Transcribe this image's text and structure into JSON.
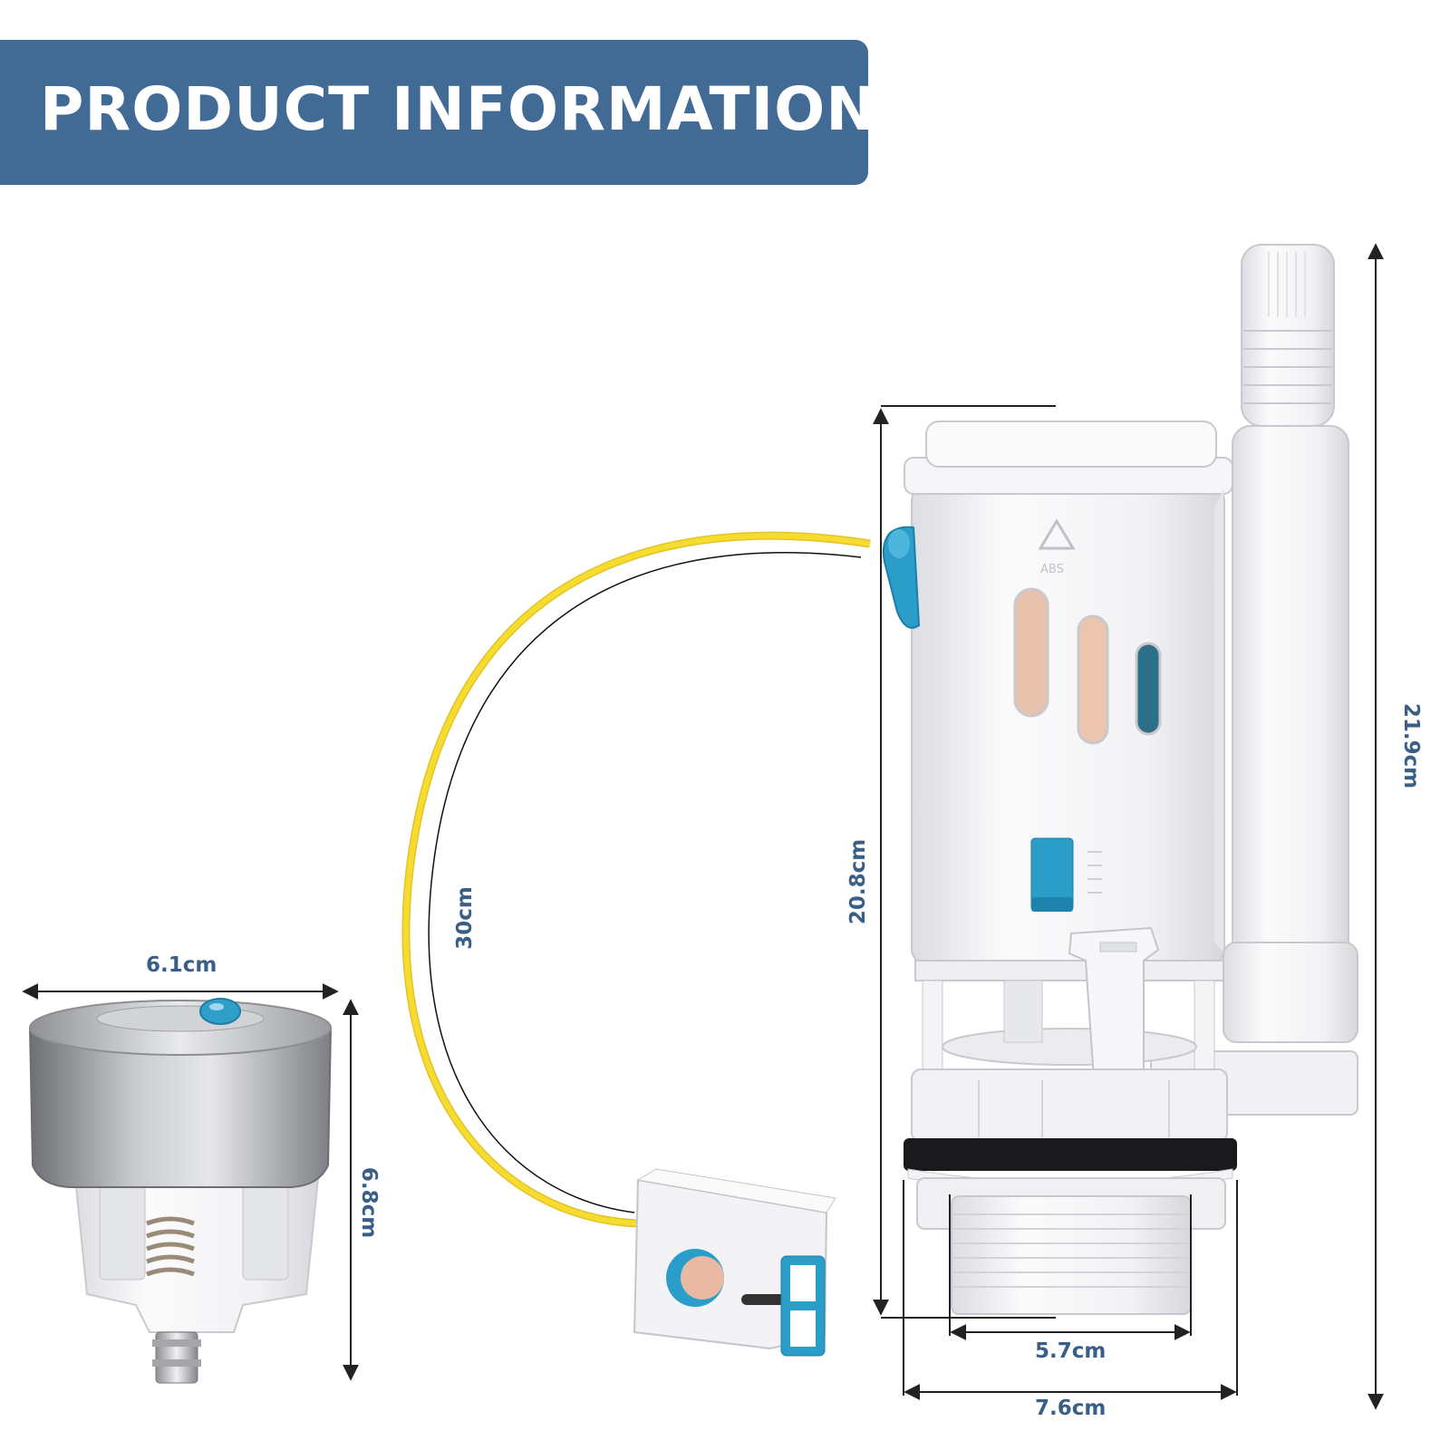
{
  "banner": {
    "title": "PRODUCT INFORMATION",
    "color": "#416a95"
  },
  "dimensions": {
    "button_width": "6.1cm",
    "button_height": "6.8cm",
    "cable_length": "30cm",
    "valve_height": "20.8cm",
    "overall_height": "21.9cm",
    "thread_diameter": "5.7cm",
    "base_diameter": "7.6cm"
  },
  "colors": {
    "label": "#3a5f86",
    "cable": "#f6dc2e",
    "accent": "#2a9ec8",
    "plastic": "#f4f4f6"
  },
  "icons": [
    "recycle-abs-icon"
  ],
  "markings": {
    "material": "ABS"
  }
}
